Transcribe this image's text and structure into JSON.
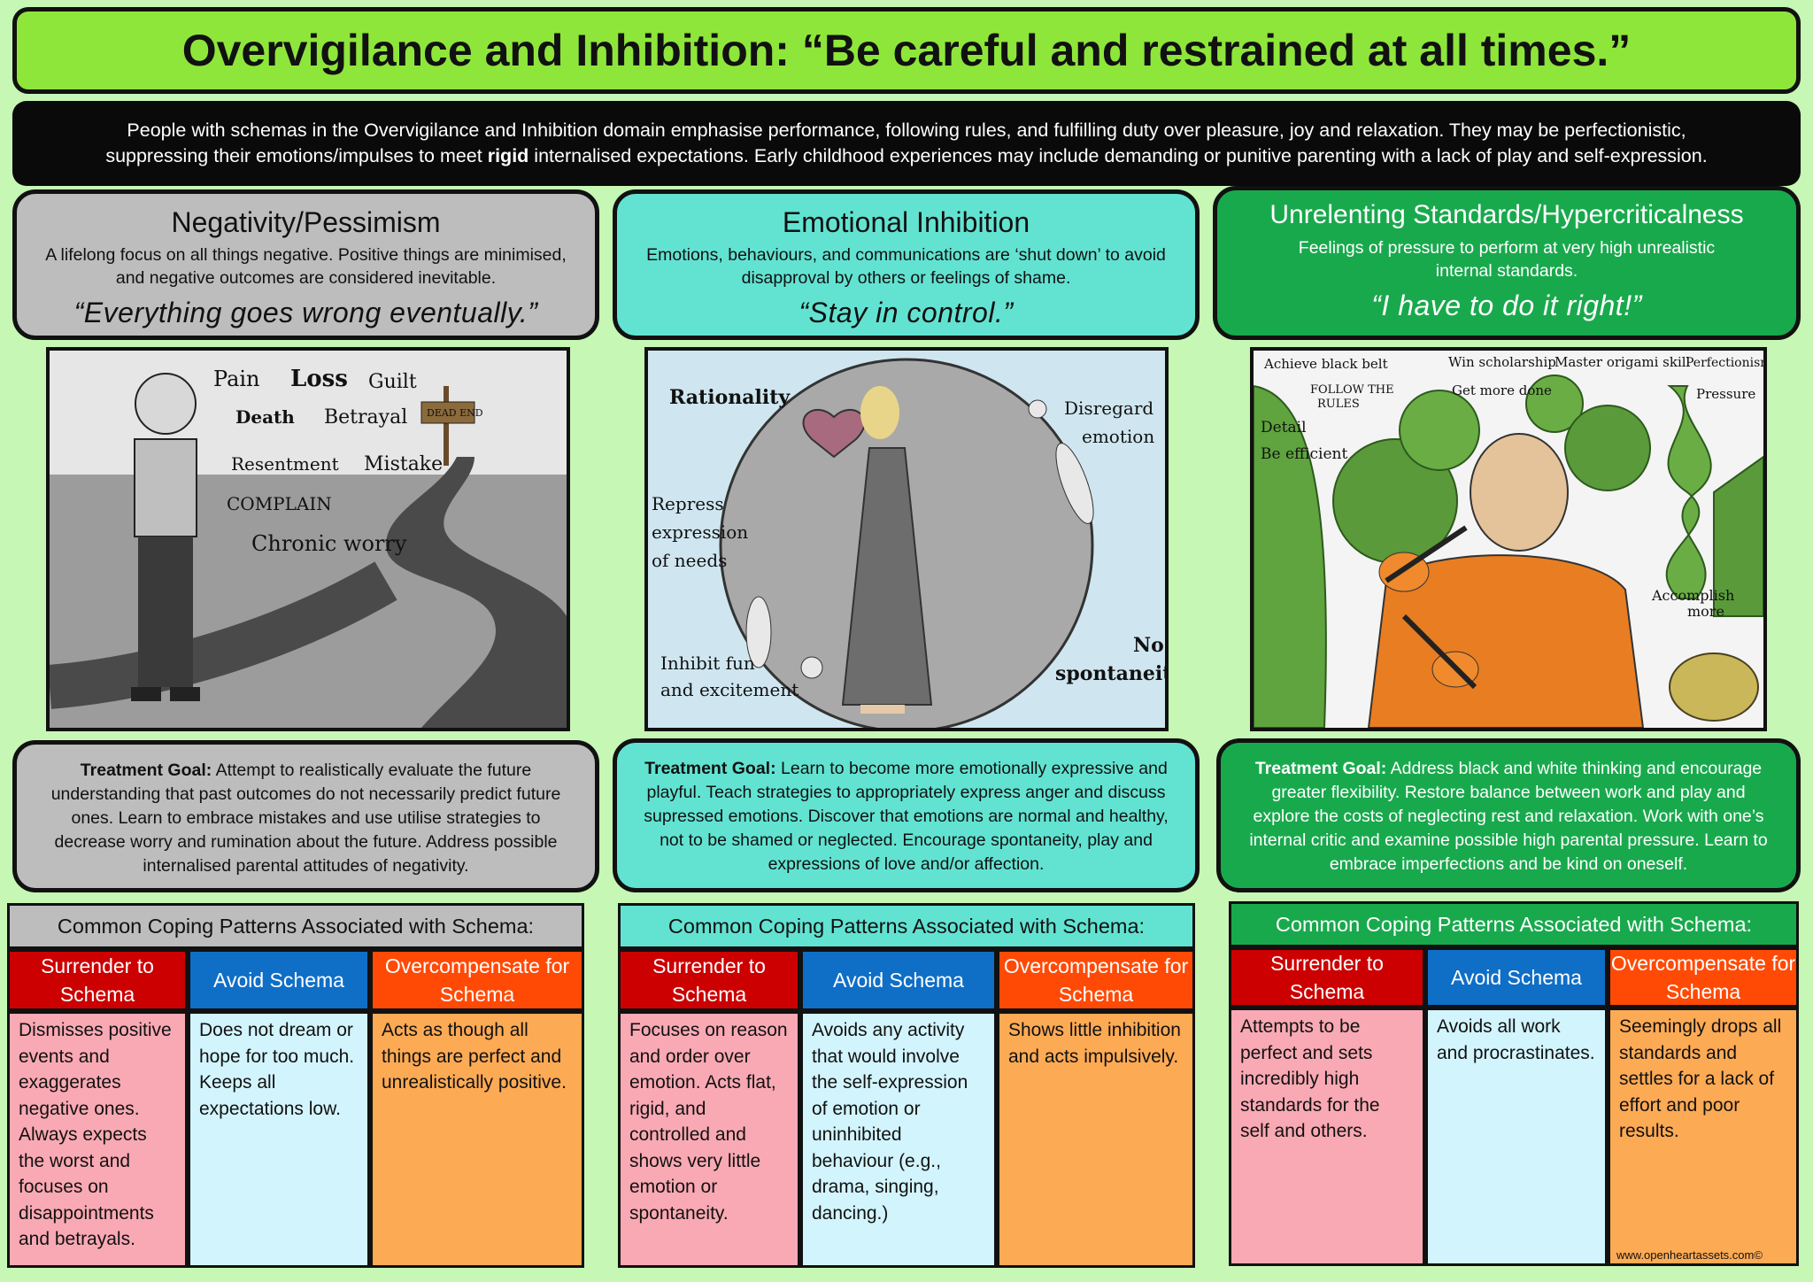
{
  "title": "Overvigilance and Inhibition: “Be careful and restrained at all times.”",
  "intro": {
    "line1": "People with schemas in the Overvigilance and Inhibition domain emphasise performance, following rules, and fulfilling duty over pleasure, joy and relaxation. They may be perfectionistic,",
    "line2_a": "suppressing their emotions/impulses to meet ",
    "line2_bold": "rigid",
    "line2_b": " internalised expectations. Early childhood experiences may include demanding or punitive parenting with a lack of play and self-expression."
  },
  "columns": [
    {
      "heading": "Negativity/Pessimism",
      "description": "A lifelong focus on all things negative. Positive things are minimised, and negative outcomes are considered inevitable.",
      "quote": "“Everything goes wrong eventually.”",
      "image_labels": [
        "Pain",
        "Loss",
        "Guilt",
        "Death",
        "Betrayal",
        "DEAD END",
        "Resentment",
        "Mistake",
        "COMPLAIN",
        "Chronic worry"
      ],
      "treatment_label": "Treatment Goal:",
      "treatment_text": " Attempt to realistically evaluate the future understanding that past outcomes do not necessarily predict future ones. Learn to embrace mistakes and use utilise strategies to decrease worry and rumination about the future. Address possible internalised parental attitudes of negativity.",
      "coping_title": "Common Coping Patterns Associated with Schema:",
      "surrender_head": "Surrender to Schema",
      "avoid_head": "Avoid Schema",
      "overcomp_head": "Overcompensate for Schema",
      "surrender": "Dismisses positive events and exaggerates negative ones. Always expects the worst and focuses on disappointments and betrayals.",
      "avoid": "Does not dream or hope for too much. Keeps all expectations low.",
      "overcomp": "Acts as though all things are perfect and unrealistically positive."
    },
    {
      "heading": "Emotional Inhibition",
      "description": "Emotions, behaviours, and communications are ‘shut down’ to avoid disapproval by others or feelings of shame.",
      "quote": "“Stay in control.”",
      "image_labels": [
        "Rationality",
        "Disregard",
        "emotion",
        "Repress",
        "expression",
        "of needs",
        "Inhibit fun",
        "and excitement",
        "No",
        "spontaneity"
      ],
      "treatment_label": "Treatment Goal:",
      "treatment_text": " Learn to become more emotionally expressive and playful. Teach strategies to appropriately express anger and discuss supressed emotions.  Discover that emotions are normal and healthy, not to be shamed or neglected. Encourage spontaneity, play and expressions of love and/or affection.",
      "coping_title": "Common Coping Patterns Associated with Schema:",
      "surrender_head": "Surrender to Schema",
      "avoid_head": "Avoid Schema",
      "overcomp_head": "Overcompensate for Schema",
      "surrender": "Focuses on reason and order over emotion. Acts flat, rigid, and controlled and shows very little emotion or spontaneity.",
      "avoid": "Avoids any activity that would involve the self-expression of emotion or uninhibited behaviour (e.g., drama, singing, dancing.)",
      "overcomp": "Shows little inhibition and acts impulsively."
    },
    {
      "heading": "Unrelenting Standards/Hypercriticalness",
      "description": "Feelings of pressure to perform at very high unrealistic internal standards.",
      "quote": "“I have to do it right!”",
      "image_labels": [
        "Achieve black belt",
        "Win scholarship",
        "Master origami skill",
        "Perfectionism",
        "FOLLOW THE",
        "RULES",
        "Get more done",
        "Pressure",
        "Detail",
        "Be efficient",
        "Accomplish",
        "more"
      ],
      "treatment_label": "Treatment Goal:",
      "treatment_text": " Address black and white thinking and encourage greater flexibility. Restore balance between work and play and explore the costs of neglecting rest and relaxation. Work with one’s internal critic and examine possible high parental pressure. Learn to embrace imperfections and be kind on oneself.",
      "coping_title": "Common Coping Patterns Associated with Schema:",
      "surrender_head": "Surrender to Schema",
      "avoid_head": "Avoid Schema",
      "overcomp_head": "Overcompensate for Schema",
      "surrender": "Attempts to be perfect and sets incredibly high standards for the self and others.",
      "avoid": "Avoids all work and procrastinates.",
      "overcomp": "Seemingly drops all standards and settles for a lack of effort and poor results."
    }
  ],
  "credit": "www.openheartassets.com©"
}
